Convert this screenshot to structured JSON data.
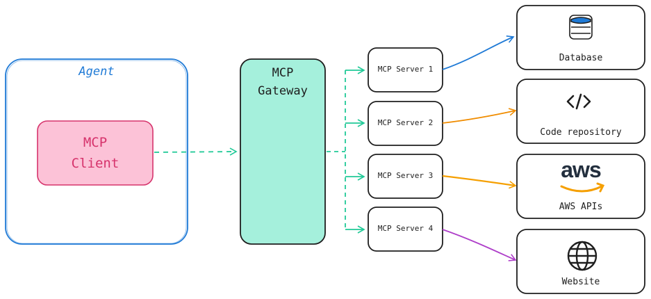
{
  "agent": {
    "label": "Agent",
    "client_label_line1": "MCP",
    "client_label_line2": "Client"
  },
  "gateway": {
    "label_line1": "MCP",
    "label_line2": "Gateway"
  },
  "servers": [
    {
      "label": "MCP Server 1"
    },
    {
      "label": "MCP Server 2"
    },
    {
      "label": "MCP Server 3"
    },
    {
      "label": "MCP Server 4"
    }
  ],
  "targets": [
    {
      "label": "Database",
      "icon": "database-icon",
      "arrow_color": "#1f7ad6"
    },
    {
      "label": "Code repository",
      "icon": "code-icon",
      "arrow_color": "#f08c00"
    },
    {
      "label": "AWS APIs",
      "icon": "aws-logo-icon",
      "arrow_color": "#f59f00"
    },
    {
      "label": "Website",
      "icon": "globe-icon",
      "arrow_color": "#ae3ec9"
    }
  ],
  "colors": {
    "agent_border": "#1f7ad6",
    "client_fill": "#fcc2d7",
    "client_border": "#d6336c",
    "gateway_fill": "#a5f0dc",
    "dashed_connector": "#20c997",
    "box_border": "#1e1e1e"
  }
}
